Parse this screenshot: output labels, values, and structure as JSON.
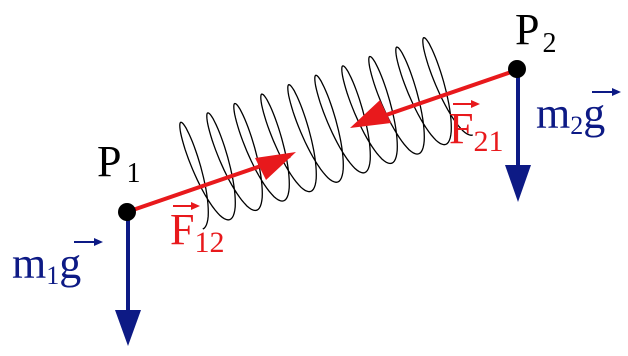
{
  "points": {
    "p1": {
      "label": "P",
      "sub": "1"
    },
    "p2": {
      "label": "P",
      "sub": "2"
    }
  },
  "forces": {
    "f12": {
      "label": "F",
      "sub": "12"
    },
    "f21": {
      "label": "F",
      "sub": "21"
    }
  },
  "weights": {
    "w1": {
      "prefix": "m",
      "sub": "1",
      "vec": "g"
    },
    "w2": {
      "prefix": "m",
      "sub": "2",
      "vec": "g"
    }
  },
  "colors": {
    "point": "#000000",
    "force": "#e8191c",
    "weight": "#0d1a85",
    "spring": "#000000"
  }
}
